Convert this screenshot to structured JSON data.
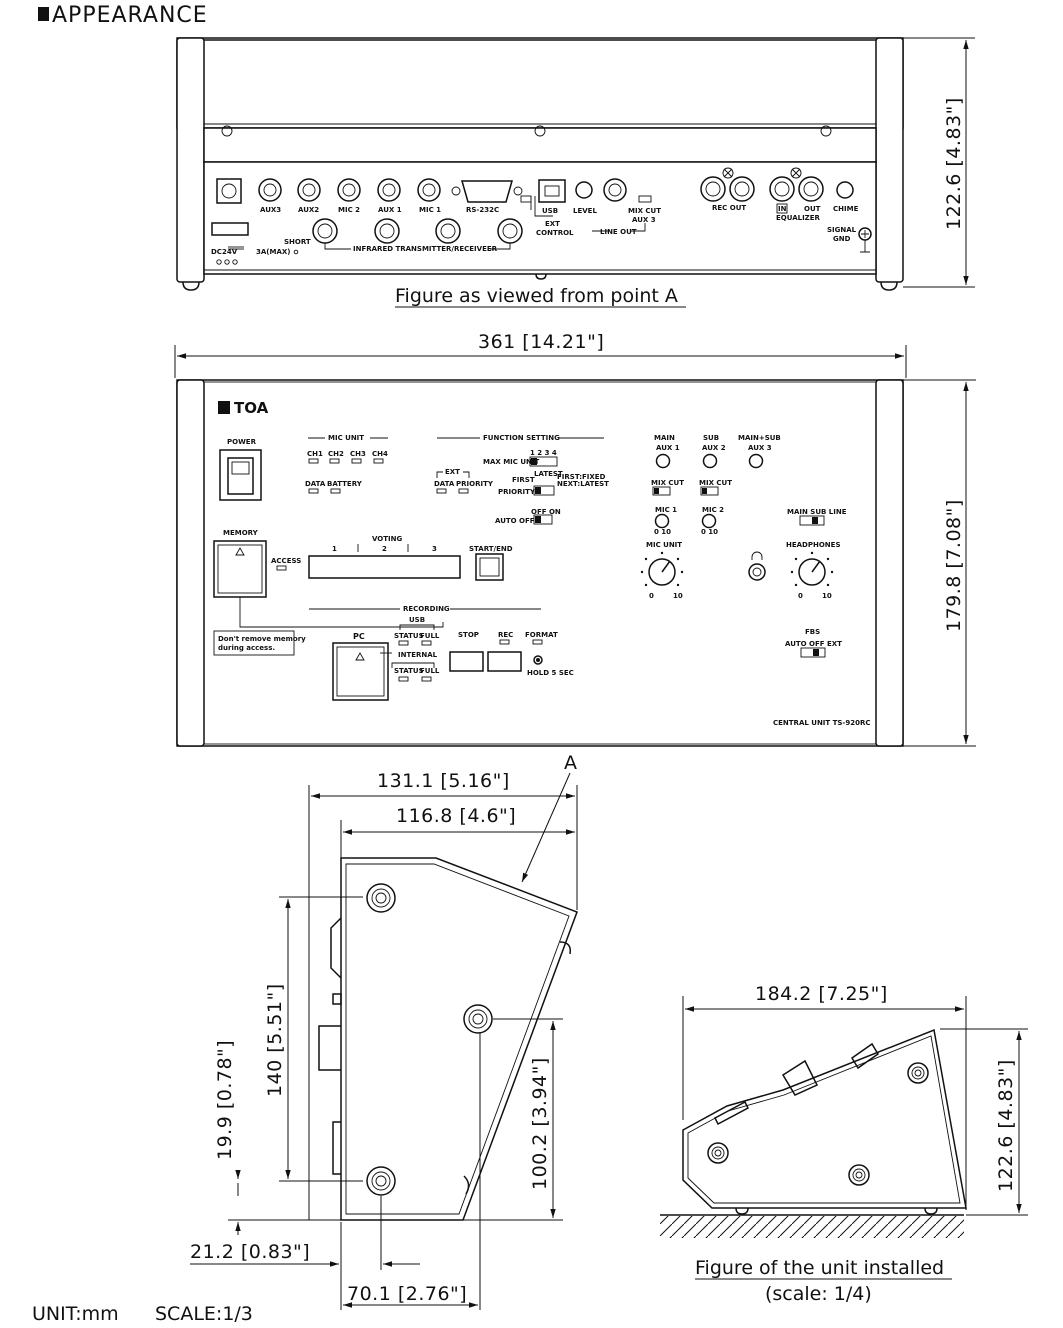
{
  "header": {
    "title": "APPEARANCE"
  },
  "footer": {
    "unit": "UNIT:mm",
    "scale": "SCALE:1/3"
  },
  "rear_view": {
    "caption": "Figure as viewed from point A",
    "height_dim": "122.6 [4.83\"]",
    "labels": {
      "aux3": "AUX3",
      "aux2": "AUX2",
      "mic2": "MIC 2",
      "aux1": "AUX 1",
      "mic1": "MIC 1",
      "rs232c": "RS-232C",
      "usb": "USB",
      "ext_control_1": "EXT",
      "ext_control_2": "CONTROL",
      "level": "LEVEL",
      "mix_cut": "MIX CUT",
      "aux3b": "AUX 3",
      "line_out": "LINE OUT",
      "rec_out": "REC OUT",
      "in": "IN",
      "out": "OUT",
      "equalizer": "EQUALIZER",
      "chime": "CHIME",
      "signal_gnd_1": "SIGNAL",
      "signal_gnd_2": "GND",
      "dc24v": "DC24V",
      "amp": "3A(MAX)",
      "short": "SHORT",
      "infrared": "INFRARED TRANSMITTER/RECEIVEER"
    }
  },
  "front_view": {
    "width_dim": "361 [14.21\"]",
    "depth_dim": "179.8 [7.08\"]",
    "brand": "TOA",
    "model": "CENTRAL UNIT TS-920RC",
    "labels": {
      "power": "POWER",
      "mic_unit": "MIC UNIT",
      "ch1": "CH1",
      "ch2": "CH2",
      "ch3": "CH3",
      "ch4": "CH4",
      "data": "DATA",
      "battery": "BATTERY",
      "function_setting": "FUNCTION SETTING",
      "max_mic_unit": "MAX MIC UNIT",
      "nums_1234": "1 2 3 4",
      "ext": "EXT",
      "data2": "DATA",
      "priority": "PRIORITY",
      "latest": "LATEST",
      "first": "FIRST",
      "first_fixed": "FIRST:FIXED",
      "next_latest": "NEXT:LATEST",
      "priority2": "PRIORITY",
      "auto_off": "AUTO OFF",
      "off_on": "OFF ON",
      "main": "MAIN",
      "sub": "SUB",
      "main_sub": "MAIN+SUB",
      "aux_1": "AUX 1",
      "aux_2": "AUX 2",
      "aux_3": "AUX 3",
      "mix_cut": "MIX  CUT",
      "mic_1": "MIC 1",
      "mic_2": "MIC 2",
      "zero_ten": "0   10",
      "main_sub_line": "MAIN SUB LINE",
      "headphones": "HEADPHONES",
      "mic_unit_knob": "MIC UNIT",
      "k0": "0",
      "k10": "10",
      "memory": "MEMORY",
      "access": "ACCESS",
      "voting": "VOTING",
      "v1": "1",
      "v2": "2",
      "v3": "3",
      "start_end": "START/END",
      "recording": "RECORDING",
      "usb": "USB",
      "status": "STATUS",
      "full": "FULL",
      "internal": "INTERNAL",
      "pc": "PC",
      "stop": "STOP",
      "rec": "REC",
      "format": "FORMAT",
      "hold": "HOLD 5 SEC",
      "fbs": "FBS",
      "auto_off_ext": "AUTO  OFF  EXT",
      "warn1": "Don't remove memory",
      "warn2": "during access."
    }
  },
  "side_view": {
    "label_a": "A",
    "dim_131": "131.1 [5.16\"]",
    "dim_116": "116.8 [4.6\"]",
    "dim_140": "140 [5.51\"]",
    "dim_19": "19.9 [0.78\"]",
    "dim_100": "100.2 [3.94\"]",
    "dim_21": "21.2 [0.83\"]",
    "dim_70": "70.1 [2.76\"]"
  },
  "installed_view": {
    "width_dim": "184.2 [7.25\"]",
    "height_dim": "122.6 [4.83\"]",
    "caption_1": "Figure of the unit installed",
    "caption_2": "(scale: 1/4)"
  }
}
